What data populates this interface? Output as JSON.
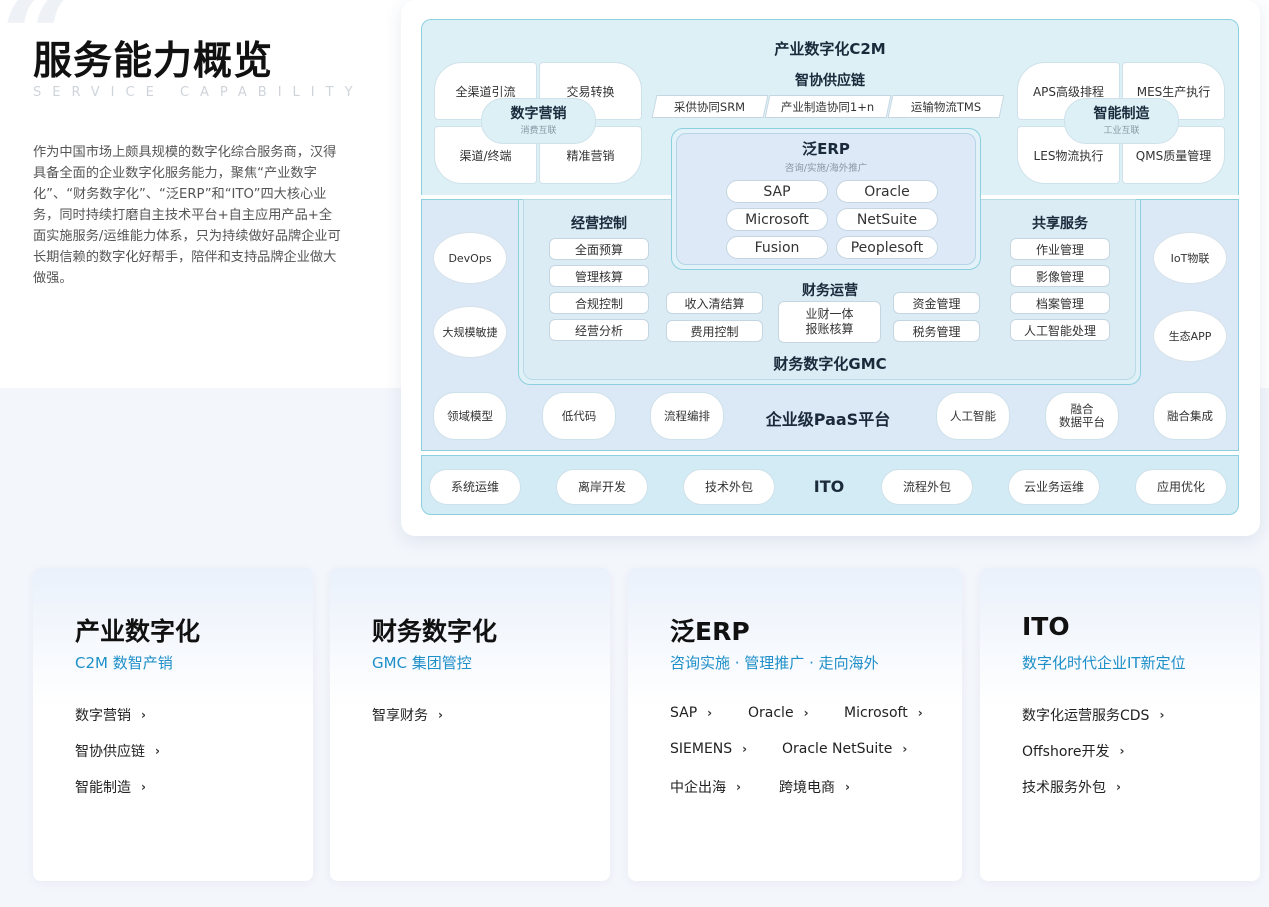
{
  "header": {
    "title": "服务能力概览",
    "subtitle": "SERVICE CAPABILITY",
    "intro": "作为中国市场上颇具规模的数字化综合服务商，汉得具备全面的企业数字化服务能力，聚焦“产业数字化”、“财务数字化”、“泛ERP”和“ITO”四大核心业务，同时持续打磨自主技术平台+自主应用产品+全面实施服务/运维能力体系，只为持续做好品牌企业可长期信赖的数字化好帮手，陪伴和支持品牌企业做大做强。"
  },
  "diagram": {
    "c2m": {
      "title": "产业数字化C2M",
      "supply_chain": "智协供应链",
      "supply_items": [
        "采供协同SRM",
        "产业制造协同1+n",
        "运输物流TMS"
      ],
      "marketing": {
        "name": "数字营销",
        "sub": "消费互联",
        "quads": [
          "全渠道引流",
          "交易转换",
          "渠道/终端",
          "精准营销"
        ]
      },
      "manufacturing": {
        "name": "智能制造",
        "sub": "工业互联",
        "quads": [
          "APS高级排程",
          "MES生产执行",
          "LES物流执行",
          "QMS质量管理"
        ]
      }
    },
    "erp": {
      "title": "泛ERP",
      "sub": "咨询/实施/海外推广",
      "items": [
        "SAP",
        "Oracle",
        "Microsoft",
        "NetSuite",
        "Fusion",
        "Peoplesoft"
      ]
    },
    "gmc": {
      "title": "财务数字化GMC",
      "control": {
        "title": "经营控制",
        "items": [
          "全面预算",
          "管理核算",
          "合规控制",
          "经营分析"
        ]
      },
      "shared": {
        "title": "共享服务",
        "items": [
          "作业管理",
          "影像管理",
          "档案管理",
          "人工智能处理"
        ]
      },
      "finance": {
        "title": "财务运营",
        "left": [
          "收入清结算",
          "费用控制"
        ],
        "center": "业财一体\n报账核算",
        "right": [
          "资金管理",
          "税务管理"
        ]
      }
    },
    "paas": {
      "title": "企业级PaaS平台",
      "left_side": [
        "DevOps",
        "大规模敏捷"
      ],
      "right_side": [
        "IoT物联",
        "生态APP"
      ],
      "bottom": [
        "领域模型",
        "低代码",
        "流程编排",
        "人工智能",
        "融合\n数据平台",
        "融合集成"
      ]
    },
    "ito": {
      "title": "ITO",
      "items": [
        "系统运维",
        "离岸开发",
        "技术外包",
        "流程外包",
        "云业务运维",
        "应用优化"
      ]
    }
  },
  "cards": [
    {
      "title": "产业数字化",
      "subtitle": "C2M 数智产销",
      "links": [
        "数字营销",
        "智协供应链",
        "智能制造"
      ]
    },
    {
      "title": "财务数字化",
      "subtitle": "GMC 集团管控",
      "links": [
        "智享财务"
      ]
    },
    {
      "title": "泛ERP",
      "subtitle": "咨询实施 · 管理推广 · 走向海外",
      "links": [
        "SAP",
        "Oracle",
        "Microsoft",
        "SIEMENS",
        "Oracle NetSuite",
        "中企出海",
        "跨境电商"
      ]
    },
    {
      "title": "ITO",
      "subtitle": "数字化时代企业IT新定位",
      "links": [
        "数字化运营服务CDS",
        "Offshore开发",
        "技术服务外包"
      ]
    }
  ],
  "icons": {
    "chevron": "chevron-right-icon",
    "chevron_glyph": "›"
  },
  "colors": {
    "accent": "#1e8fc8",
    "band_border": "#8cd0df"
  }
}
